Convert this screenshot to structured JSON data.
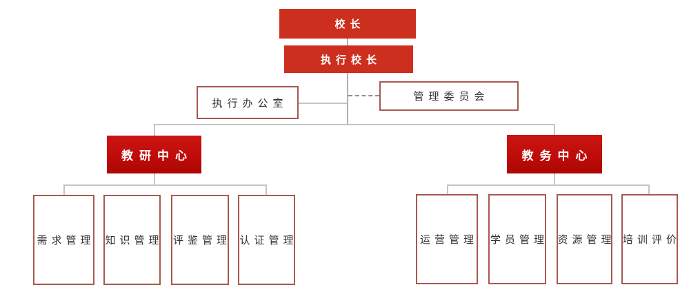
{
  "org_chart": {
    "title_hint": "学校组织架构图",
    "root": {
      "label": "校长"
    },
    "executive": {
      "label": "执行校长"
    },
    "office": {
      "label": "执行办公室"
    },
    "committee": {
      "label": "管理委员会"
    },
    "centers": [
      {
        "label": "教研中心",
        "children": [
          "需求管理",
          "知识管理",
          "评鉴管理",
          "认证管理"
        ]
      },
      {
        "label": "教务中心",
        "children": [
          "运营管理",
          "学员管理",
          "资源管理",
          "培训评价"
        ]
      }
    ]
  },
  "colors": {
    "primary_red": "#cd2f1f",
    "primary_red_light": "#d64733",
    "center_red": "#c00d0b",
    "outline_border": "#a8584e",
    "line_gray": "#c6c4c0",
    "trunk_gray": "#b3b1ad",
    "dash_gray": "#8f8f8f",
    "text_dark": "#2f2f2f",
    "text_white": "#ffffff"
  }
}
